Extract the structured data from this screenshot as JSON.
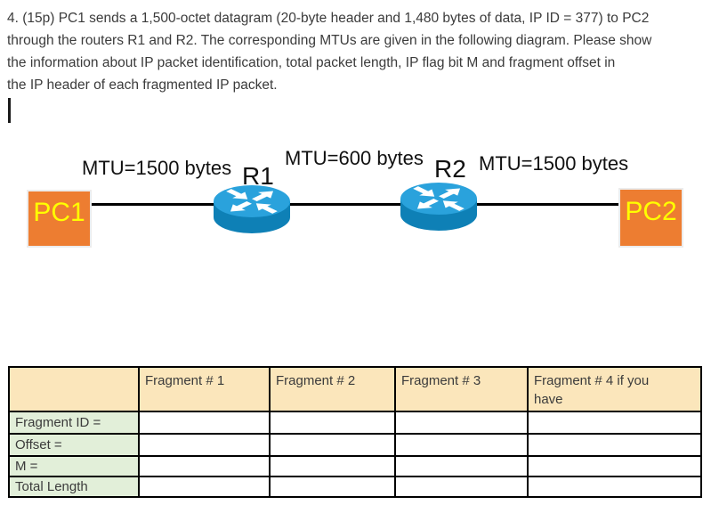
{
  "question": {
    "lines": [
      "4. (15p) PC1 sends a 1,500-octet datagram (20-byte header and 1,480 bytes of data, IP ID = 377) to PC2",
      "through the routers R1 and R2. The corresponding MTUs are given in the following diagram. Please show",
      "the information about IP packet identification, total packet length, IP flag bit M and fragment offset in",
      "the IP header of each fragmented IP packet."
    ]
  },
  "diagram": {
    "pc1": "PC1",
    "pc2": "PC2",
    "r1": "R1",
    "r2": "R2",
    "mtu_left": "MTU=1500 bytes",
    "mtu_middle": "MTU=600 bytes",
    "mtu_right": "MTU=1500 bytes",
    "colors": {
      "pc_box": "#ED7D31",
      "pc_text": "#FFFF00",
      "router_top": "#2AA2DC",
      "router_body": "#0E80B6",
      "link": "#000000"
    }
  },
  "table": {
    "headers": [
      "",
      "Fragment # 1",
      "Fragment # 2",
      "Fragment # 3",
      "Fragment # 4 if you have"
    ],
    "row_labels": [
      "Fragment ID =",
      "Offset =",
      "M =",
      "Total Length"
    ],
    "cells": [
      [
        "",
        "",
        "",
        ""
      ],
      [
        "",
        "",
        "",
        ""
      ],
      [
        "",
        "",
        "",
        ""
      ],
      [
        "",
        "",
        "",
        ""
      ]
    ],
    "colors": {
      "header_bg": "#FBE6BB",
      "label_bg": "#E2EFD9",
      "border": "#000000"
    }
  }
}
